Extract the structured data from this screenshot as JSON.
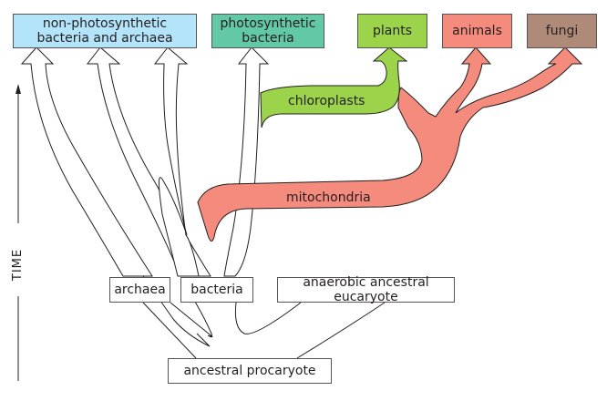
{
  "top_groups": [
    {
      "id": "nonphoto",
      "label_line1": "non-photosynthetic",
      "label_line2": "bacteria and archaea",
      "color": "#b3e4fa"
    },
    {
      "id": "photo",
      "label_line1": "photosynthetic",
      "label_line2": "bacteria",
      "color": "#63c8a5"
    },
    {
      "id": "plants",
      "label": "plants",
      "color": "#9bd44a"
    },
    {
      "id": "animals",
      "label": "animals",
      "color": "#f58b7c"
    },
    {
      "id": "fungi",
      "label": "fungi",
      "color": "#b08a78"
    }
  ],
  "streams": {
    "chloroplasts": {
      "label": "chloroplasts",
      "color": "#9bd44a"
    },
    "mitochondria": {
      "label": "mitochondria",
      "color": "#f58b7c"
    }
  },
  "nodes": {
    "archaea": "archaea",
    "bacteria": "bacteria",
    "anaerobic": "anaerobic ancestral eucaryote",
    "ancestral": "ancestral procaryote"
  },
  "axis": {
    "label": "TIME",
    "direction": "up"
  }
}
